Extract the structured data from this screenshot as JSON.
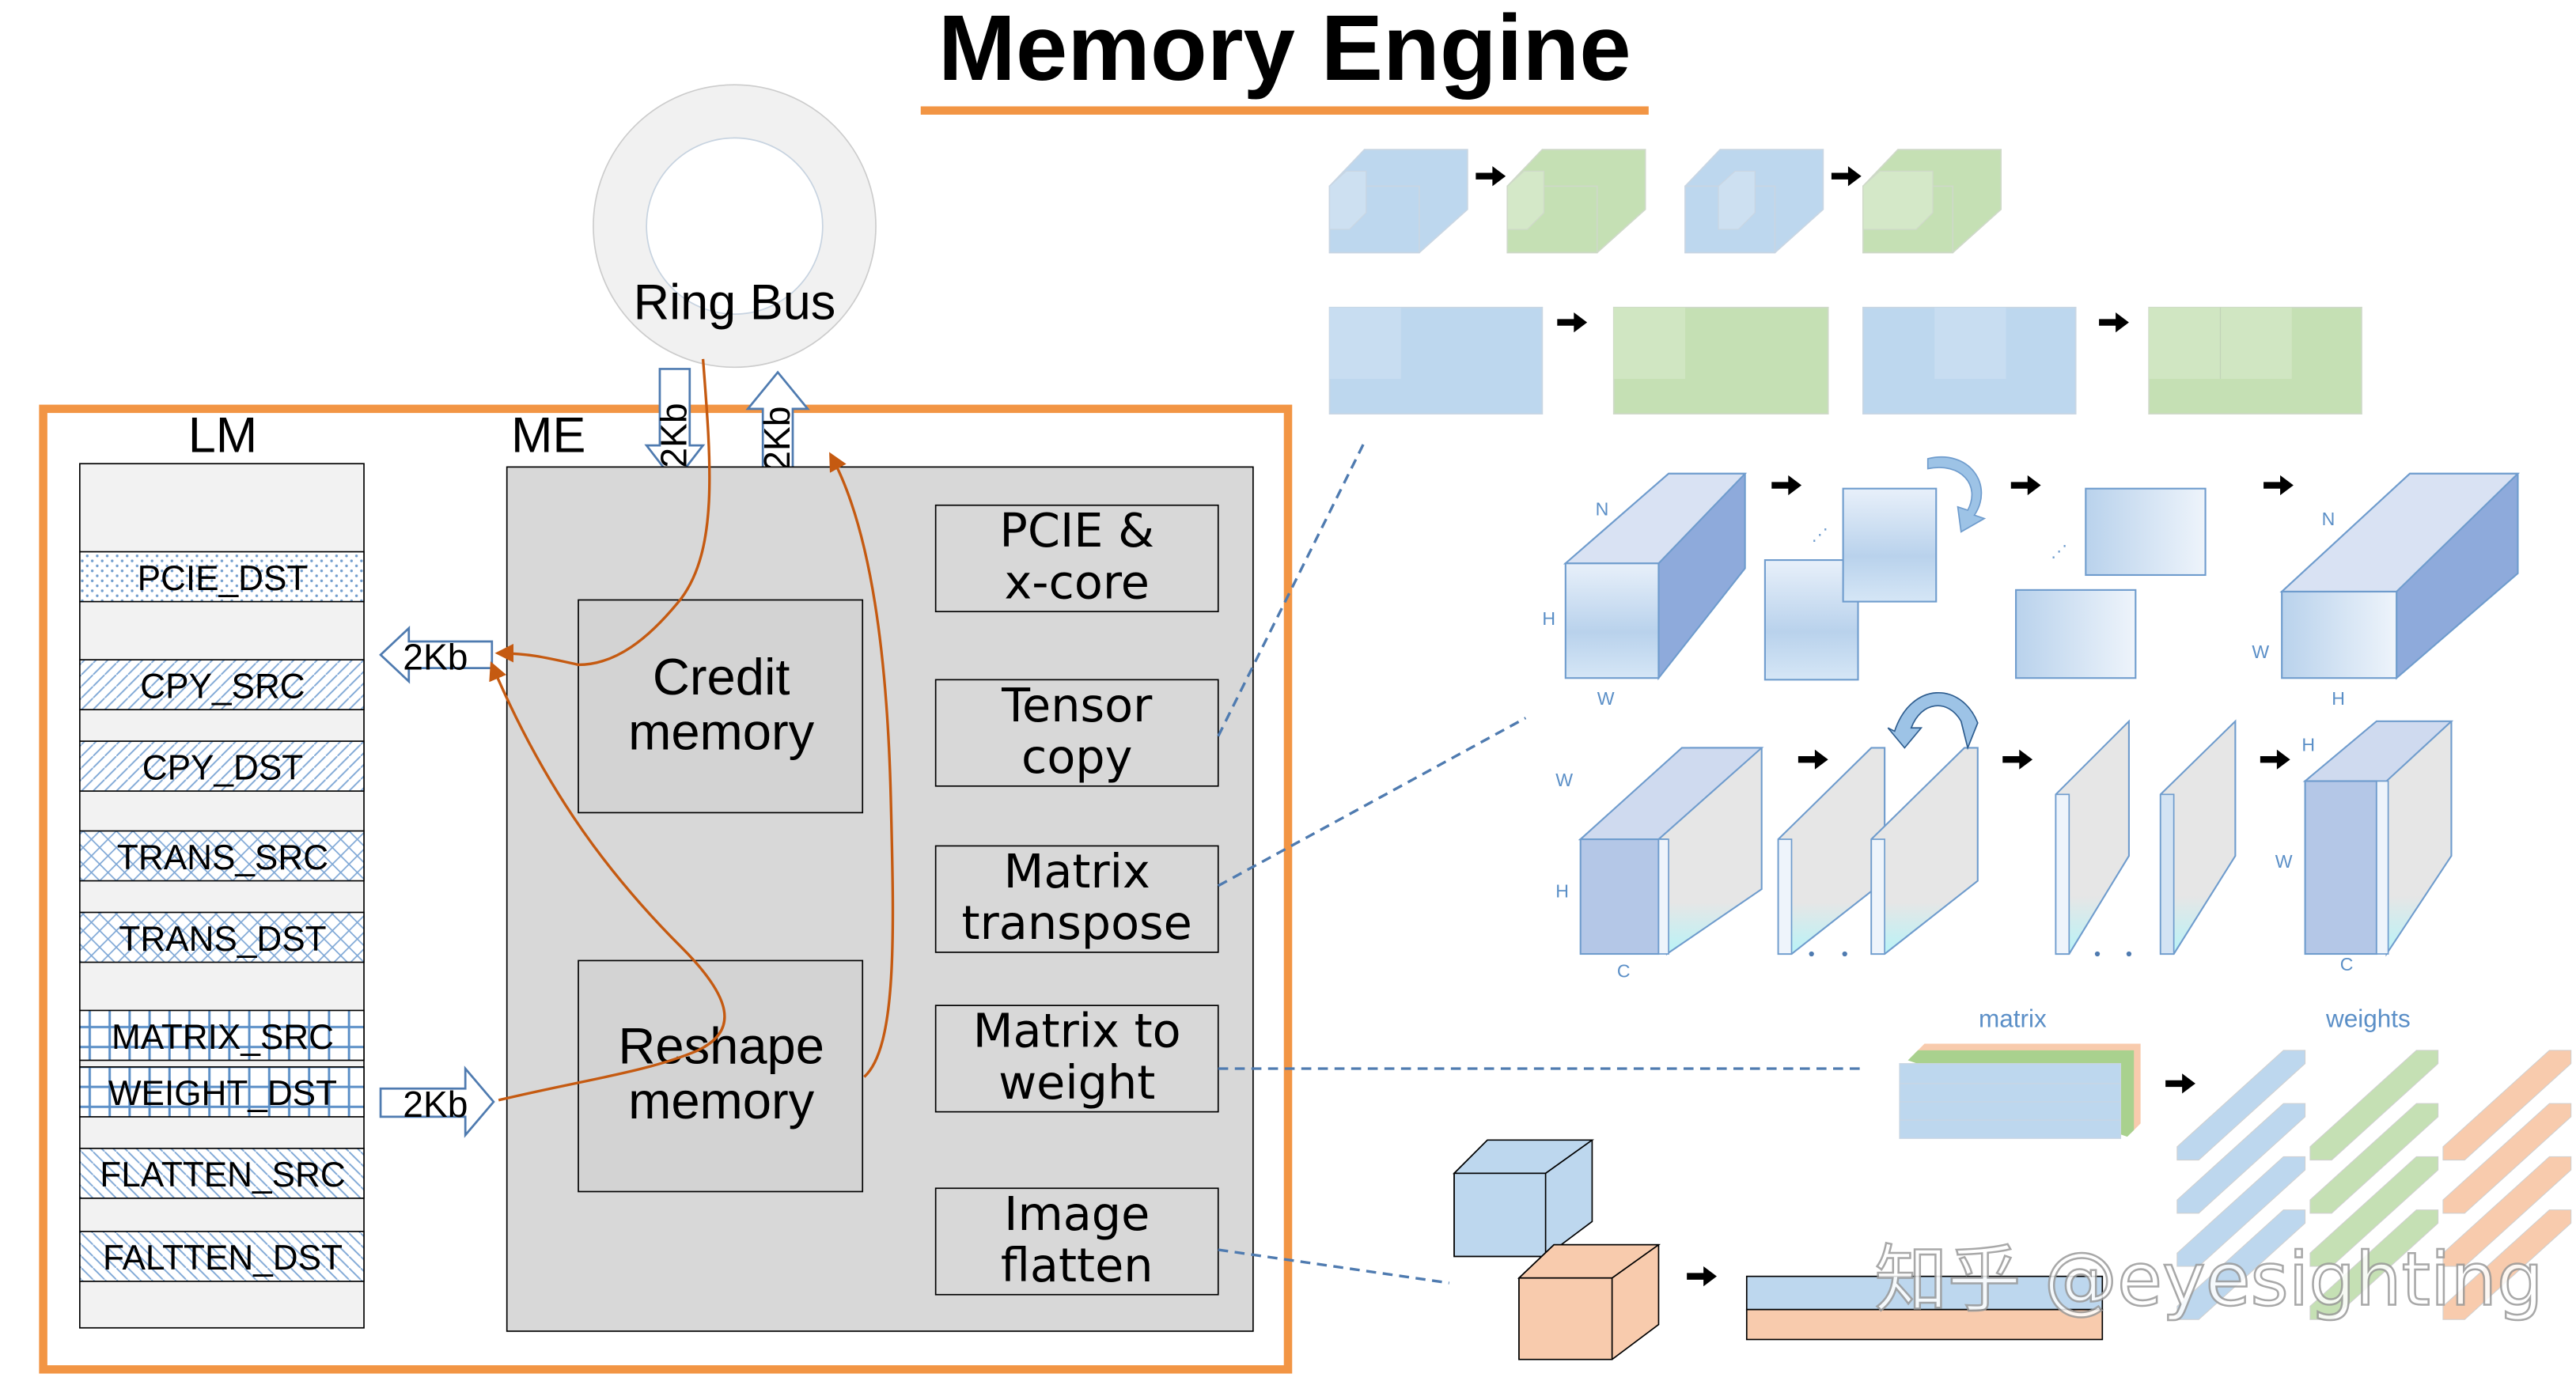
{
  "title": "Memory Engine",
  "colors": {
    "accent_orange": "#f29544",
    "flow_arrow": "#c55a11",
    "dashed_link": "#4f7bb0",
    "me_fill": "#d8d8d8",
    "lm_fill": "#f2f2f2",
    "tensor_blue": "#bdd7ee",
    "tensor_green": "#c5e0b4",
    "tensor_orange": "#f8cbad"
  },
  "ring_bus": {
    "label": "Ring Bus"
  },
  "bus_links": [
    {
      "label": "2Kb",
      "direction": "down"
    },
    {
      "label": "2Kb",
      "direction": "up"
    }
  ],
  "lm": {
    "label": "LM",
    "regions": [
      {
        "label": "PCIE_DST",
        "pattern": "dots"
      },
      {
        "label": "CPY_SRC",
        "pattern": "diagonal-forward"
      },
      {
        "label": "CPY_DST",
        "pattern": "diagonal-forward"
      },
      {
        "label": "TRANS_SRC",
        "pattern": "diamond"
      },
      {
        "label": "TRANS_DST",
        "pattern": "diamond"
      },
      {
        "label": "MATRIX_SRC",
        "pattern": "grid"
      },
      {
        "label": "WEIGHT_DST",
        "pattern": "grid"
      },
      {
        "label": "FLATTEN_SRC",
        "pattern": "diagonal-back"
      },
      {
        "label": "FALTTEN_DST",
        "pattern": "diagonal-back"
      }
    ]
  },
  "lm_links": [
    {
      "label": "2Kb",
      "direction": "to-lm"
    },
    {
      "label": "2Kb",
      "direction": "to-me"
    }
  ],
  "me": {
    "label": "ME",
    "memories": [
      {
        "line1": "Credit",
        "line2": "memory"
      },
      {
        "line1": "Reshape",
        "line2": "memory"
      }
    ],
    "functions": [
      {
        "line1": "PCIE &",
        "line2": "x-core"
      },
      {
        "line1": "Tensor",
        "line2": "copy"
      },
      {
        "line1": "Matrix",
        "line2": "transpose"
      },
      {
        "line1": "Matrix to",
        "line2": "weight"
      },
      {
        "line1": "Image",
        "line2": "flatten"
      }
    ]
  },
  "illustrations": {
    "transpose_axes_1": {
      "in_n": "N",
      "in_h": "H",
      "in_w": "W",
      "out_n": "N",
      "out_w": "W",
      "out_h": "H"
    },
    "transpose_axes_2": {
      "in_w": "W",
      "in_h": "H",
      "in_c": "C",
      "out_h": "H",
      "out_w": "W",
      "out_c": "C"
    },
    "matrix_label": "matrix",
    "weights_label": "weights"
  },
  "watermark": "知乎 @eyesighting"
}
